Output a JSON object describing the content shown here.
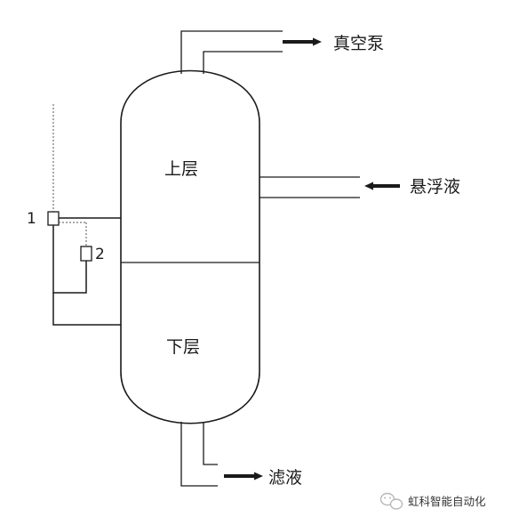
{
  "labels": {
    "vacuum_pump": "真空泵",
    "upper_layer": "上层",
    "lower_layer": "下层",
    "suspension": "悬浮液",
    "filtrate": "滤液",
    "sensor_1": "1",
    "sensor_2": "2"
  },
  "watermark": {
    "text": "虹科智能自动化",
    "icon": "wechat-icon"
  },
  "colors": {
    "line": "#1a1a1a",
    "text": "#1a1a1a",
    "watermark_icon": "#b8b8b8"
  }
}
